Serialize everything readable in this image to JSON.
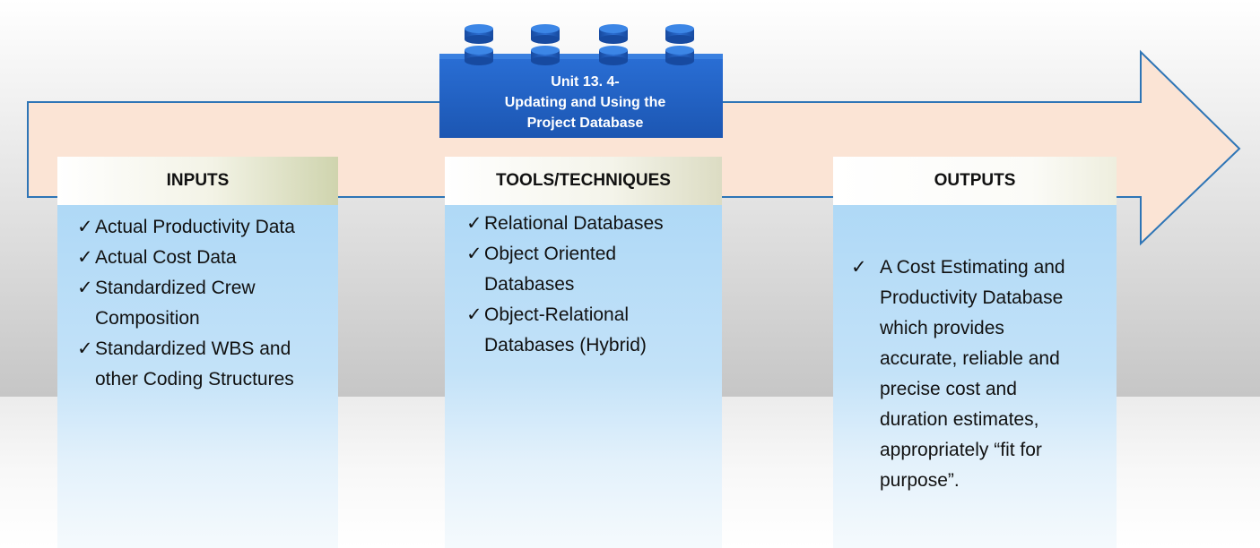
{
  "colors": {
    "arrow_fill": "#fbe4d5",
    "arrow_stroke": "#2e75b6",
    "brick": "#1f5fbf",
    "card_top": "#a9d6f6"
  },
  "brick": {
    "title_line1": "Unit 13. 4-",
    "title_line2": "Updating and Using the",
    "title_line3": "Project Database"
  },
  "inputs": {
    "header": "INPUTS",
    "items": [
      "Actual Productivity Data",
      "Actual Cost Data",
      "Standardized Crew Composition",
      "Standardized WBS and other Coding Structures"
    ]
  },
  "tools": {
    "header": "TOOLS/TECHNIQUES",
    "items": [
      "Relational Databases",
      "Object Oriented Databases",
      "Object-Relational Databases (Hybrid)"
    ]
  },
  "outputs": {
    "header": "OUTPUTS",
    "items": [
      "A Cost Estimating and Productivity Database which provides accurate, reliable and precise cost and duration estimates, appropriately “fit for purpose”."
    ]
  },
  "check_glyph": "✓"
}
